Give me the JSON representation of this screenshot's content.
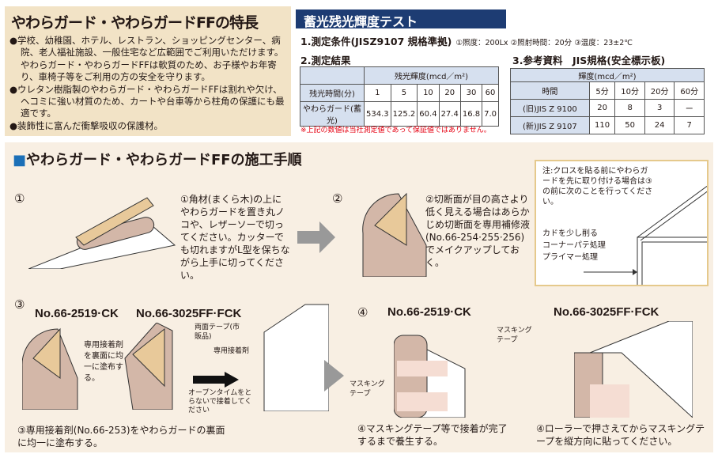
{
  "features": {
    "title": "やわらガード・やわらガードFFの特長",
    "items": [
      "●学校、幼稚園、ホテル、レストラン、ショッピングセンター、病院、老人福祉施設、一般住宅など広範囲でご利用いただけます。",
      "やわらガード・やわらガードFFは軟質のため、お子様やお年寄り、車椅子等をご利用の方の安全を守ります。",
      "●ウレタン樹脂製のやわらガード・やわらガードFFは割れや欠け、ヘコミに強い材質のため、カートや台車等から柱角の保護にも最適です。",
      "●装飾性に富んだ衝撃吸収の保護材。"
    ]
  },
  "test": {
    "title": "蓄光残光輝度テスト",
    "cond_title": "1.測定条件(JISZ9107 規格準拠)",
    "cond_detail": "①照度：200Lx ②照射時間：20分 ③温度：23±2℃",
    "result_title": "2.測定結果",
    "result_header": "残光輝度(mcd／m²)",
    "result_row_label": "残光時間(分)",
    "minutes": [
      "1",
      "5",
      "10",
      "20",
      "30",
      "60"
    ],
    "product": "やわらガード(蓄光)",
    "values": [
      "534.3",
      "125.2",
      "60.4",
      "27.4",
      "16.8",
      "7.0"
    ],
    "note": "※上記の数値は当社測定値であって保証値ではありません。",
    "ref_title": "3.参考資料　JIS規格(安全標示板)",
    "ref_header": "輝度(mcd／m²)",
    "ref_time_label": "時間",
    "ref_minutes": [
      "5分",
      "10分",
      "20分",
      "60分"
    ],
    "ref_rows": [
      {
        "label": "(旧)JIS Z 9100",
        "values": [
          "20",
          "8",
          "3",
          "ー"
        ]
      },
      {
        "label": "(新)JIS Z 9107",
        "values": [
          "110",
          "50",
          "24",
          "7"
        ]
      }
    ]
  },
  "procedure": {
    "title": "やわらガード・やわらガードFFの施工手順",
    "square": "■",
    "step1": {
      "num": "①",
      "text": "①角材(まくら木)の上にやわらガードを置き丸ノコや、レザーソーで切ってください。カッターでも切れますがL型を保ちながら上手に切ってください。"
    },
    "step2": {
      "num": "②",
      "text": "②切断面が目の高さより低く見える場合はあらかじめ切断面を専用補修液(No.66-254·255·256)でメイクアップしておく。"
    },
    "note": {
      "text": "注:クロスを貼る前にやわらガードを先に取り付ける場合は③の前に次のことを行ってください。",
      "items": [
        "カドを少し削る",
        "コーナーパテ処理",
        "プライマー処理"
      ]
    },
    "step3": {
      "num": "③",
      "model_a": "No.66-2519·CK",
      "model_b": "No.66-3025FF·FCK",
      "label_a": "専用接着剤を裏面に均一に塗布する。",
      "label_tape": "両面テープ(市販品)",
      "label_glue": "専用接着剤",
      "arrow_text": "オープンタイムをとらないで接着してください",
      "caption": "③専用接着剤(No.66-253)をやわらガードの裏面に均一に塗布する。"
    },
    "step4": {
      "num": "④",
      "model_a": "No.66-2519·CK",
      "model_b": "No.66-3025FF·FCK",
      "mask_a": "マスキングテープ",
      "mask_b": "マスキングテープ",
      "caption_a": "④マスキングテープ等で接着が完了するまで養生する。",
      "caption_b": "④ローラーで押さえてからマスキングテープを縦方向に貼ってください。"
    }
  },
  "colors": {
    "header": "#1d3c73",
    "beige": "#f2e3c6",
    "panel": "#f8efe3",
    "guard": "#d3b7a8",
    "wood": "#e8c99a",
    "accent": "#1b6fb7",
    "note_red": "#e60012"
  }
}
